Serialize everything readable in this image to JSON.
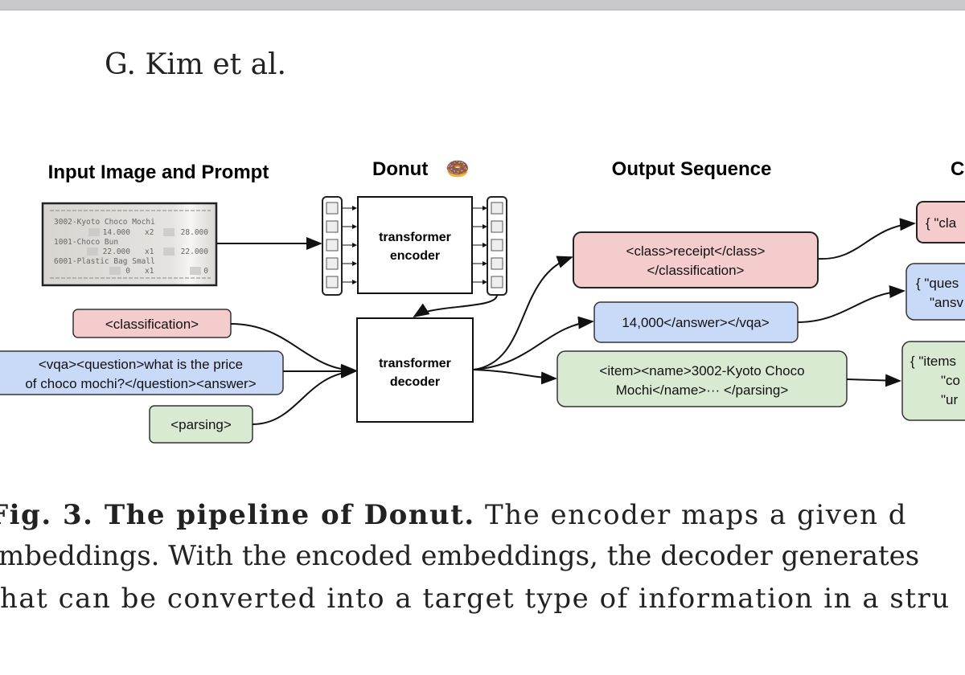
{
  "header": {
    "running_head": "G. Kim et al."
  },
  "figure": {
    "headings": {
      "input": "Input Image and Prompt",
      "model": "Donut",
      "model_emoji": "🍩",
      "output": "Output Sequence",
      "converted": "C"
    },
    "receipt": {
      "lines": [
        {
          "name": "3002-Kyoto Choco Mochi",
          "price": "14.000",
          "qty": "x2",
          "total": "28.000"
        },
        {
          "name": "1001-Choco Bun",
          "price": "22.000",
          "qty": "x1",
          "total": "22.000"
        },
        {
          "name": "6001-Plastic Bag Small",
          "price": "0",
          "qty": "x1",
          "total": "0"
        }
      ]
    },
    "encoder_label": [
      "transformer",
      "encoder"
    ],
    "decoder_label": [
      "transformer",
      "decoder"
    ],
    "prompts": {
      "classification": "<classification>",
      "vqa": [
        "<vqa><question>what is the price",
        "of choco mochi?</question><answer>"
      ],
      "parsing": "<parsing>"
    },
    "outputs": {
      "classification": [
        "<class>receipt</class>",
        "</classification>"
      ],
      "vqa": "14,000</answer></vqa>",
      "parsing": [
        "<item><name>3002-Kyoto Choco",
        "Mochi</name>··· </parsing>"
      ]
    },
    "converted": {
      "classification": [
        "{ \"cla"
      ],
      "vqa": [
        "{ \"ques",
        "\"ansv"
      ],
      "parsing": [
        "{ \"items",
        "\"co",
        "\"ur"
      ]
    },
    "colors": {
      "pink": "#f4cccc",
      "blue": "#c9daf8",
      "green": "#d9ead3",
      "border": "#222222"
    }
  },
  "caption": {
    "label": "Fig. 3. The pipeline of Donut.",
    "lines": [
      " The encoder maps a given d",
      "mbeddings. With the encoded embeddings, the decoder generates",
      "hat can be converted into a target type of information in a stru"
    ]
  }
}
